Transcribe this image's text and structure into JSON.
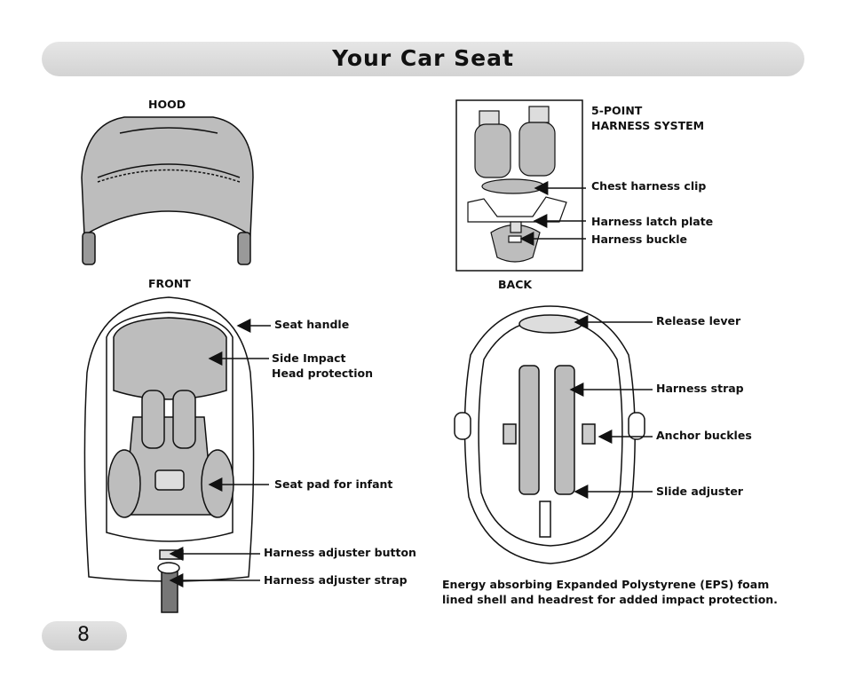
{
  "header": {
    "title": "Your Car Seat"
  },
  "sections": {
    "hood": "HOOD",
    "front": "FRONT",
    "back": "BACK"
  },
  "harness_title": [
    "5-POINT",
    "HARNESS SYSTEM"
  ],
  "harness_labels": {
    "chest_clip": "Chest harness clip",
    "latch_plate": "Harness latch plate",
    "buckle": "Harness buckle"
  },
  "front_labels": {
    "seat_handle": "Seat handle",
    "side_impact": [
      "Side Impact",
      "Head protection"
    ],
    "seat_pad": "Seat pad for infant",
    "adjuster_button": "Harness adjuster button",
    "adjuster_strap": "Harness adjuster strap"
  },
  "back_labels": {
    "release_lever": "Release lever",
    "harness_strap": "Harness strap",
    "anchor_buckles": "Anchor buckles",
    "slide_adjuster": "Slide adjuster"
  },
  "caption": [
    "Energy absorbing Expanded Polystyrene (EPS) foam",
    "lined shell and headrest for added impact protection."
  ],
  "footer": {
    "page_number": "8"
  },
  "colors": {
    "bar_fill": "#d8d8d8",
    "seat_gray": "#bdbdbd",
    "outline": "#111111"
  }
}
